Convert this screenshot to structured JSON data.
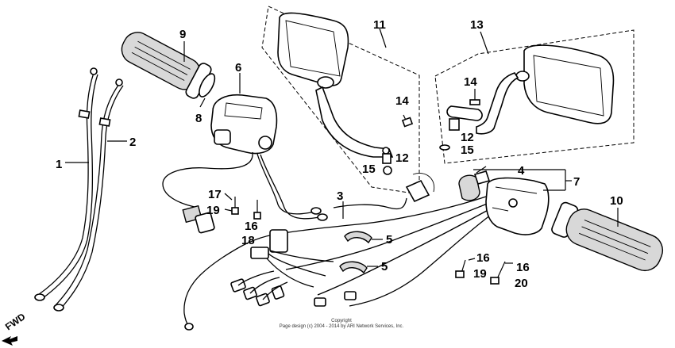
{
  "diagram": {
    "labels": {
      "p1": "1",
      "p2": "2",
      "p3": "3",
      "p4": "4",
      "p5a": "5",
      "p5b": "5",
      "p6": "6",
      "p7": "7",
      "p8": "8",
      "p9": "9",
      "p10": "10",
      "p11": "11",
      "p12a": "12",
      "p12b": "12",
      "p13": "13",
      "p14a": "14",
      "p14b": "14",
      "p15a": "15",
      "p15b": "15",
      "p16a": "16",
      "p16b": "16",
      "p16c": "16",
      "p17": "17",
      "p18": "18",
      "p19a": "19",
      "p19b": "19",
      "p20": "20"
    },
    "direction_label": "FWD",
    "copyright_line1": "Copyright",
    "copyright_line2": "Page design (c) 2004 - 2014 by ARI Network Services, Inc."
  }
}
